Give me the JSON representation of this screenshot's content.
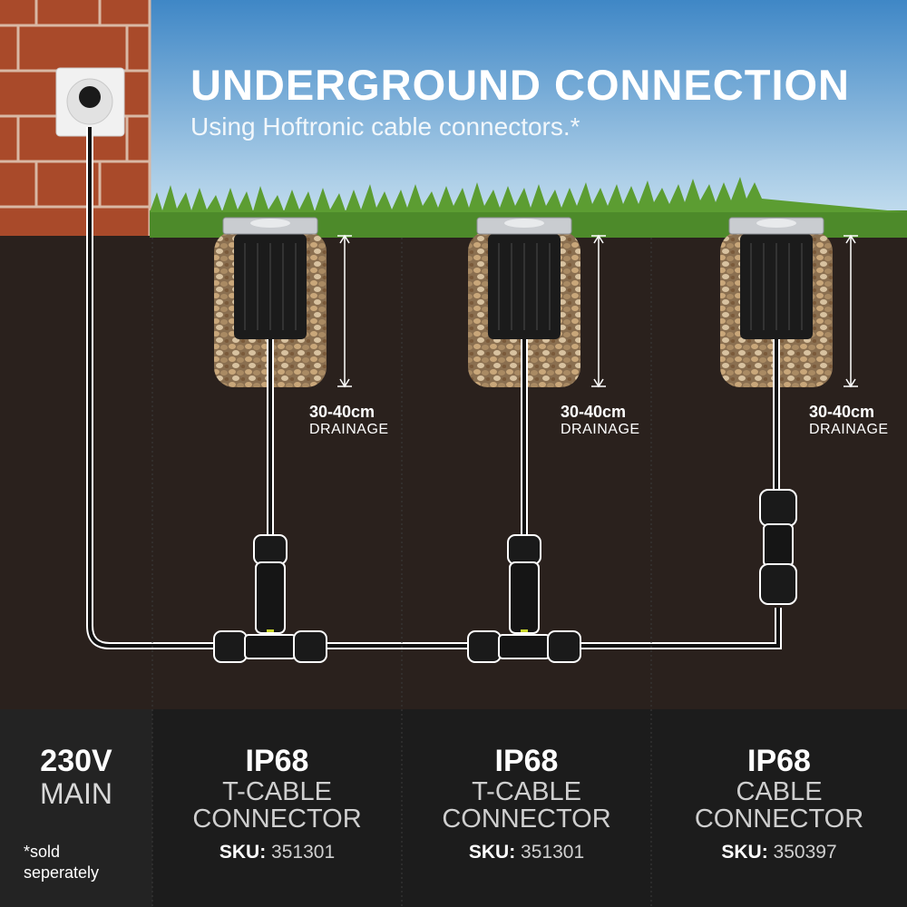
{
  "header": {
    "title": "UNDERGROUND CONNECTION",
    "subtitle": "Using Hoftronic cable connectors.*"
  },
  "drainage": [
    {
      "value": "30-40cm",
      "label": "DRAINAGE"
    },
    {
      "value": "30-40cm",
      "label": "DRAINAGE"
    },
    {
      "value": "30-40cm",
      "label": "DRAINAGE"
    }
  ],
  "columns": {
    "main": {
      "big": "230V",
      "sub": "MAIN"
    },
    "items": [
      {
        "rating": "IP68",
        "line1": "T-CABLE",
        "line2": "CONNECTOR",
        "sku_label": "SKU:",
        "sku": "351301"
      },
      {
        "rating": "IP68",
        "line1": "T-CABLE",
        "line2": "CONNECTOR",
        "sku_label": "SKU:",
        "sku": "351301"
      },
      {
        "rating": "IP68",
        "line1": "CABLE",
        "line2": "CONNECTOR",
        "sku_label": "SKU:",
        "sku": "350397"
      }
    ]
  },
  "note": {
    "line1": "*sold",
    "line2": "seperately"
  },
  "colors": {
    "sky": "#4f91c9",
    "soil": "#2a211d",
    "grass": "#4d8a2a",
    "brick": "#b4532f",
    "panel": "#1c1c1c"
  }
}
